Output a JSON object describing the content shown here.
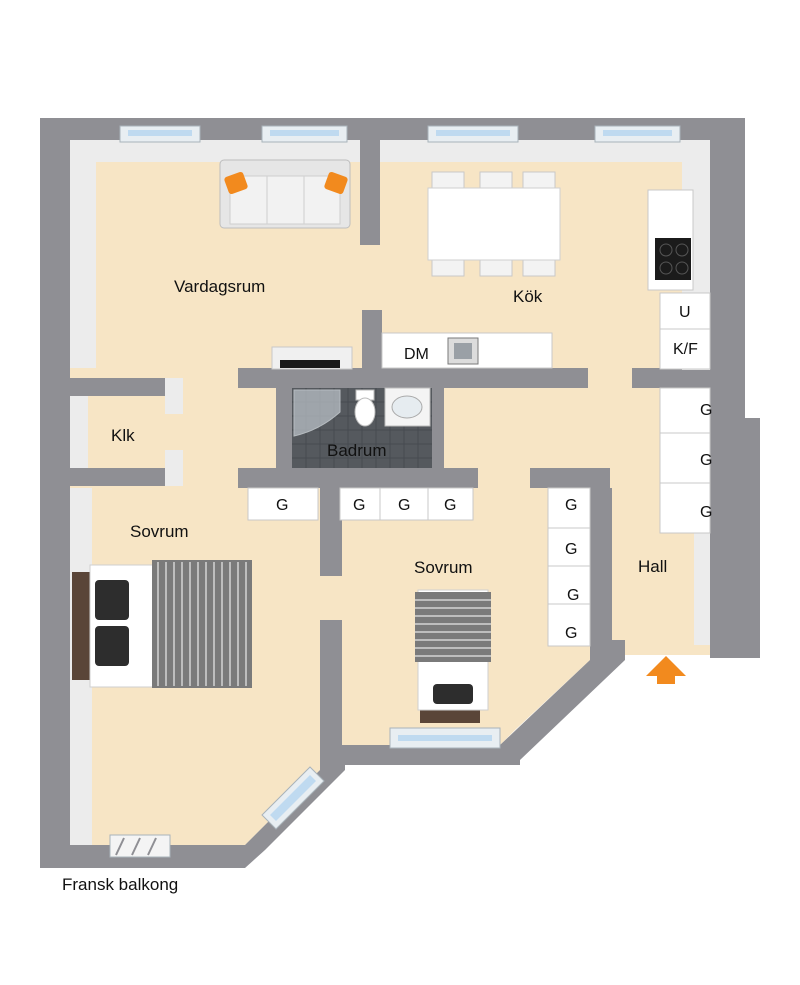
{
  "rooms": {
    "vardagsrum": "Vardagsrum",
    "kok": "Kök",
    "klk": "Klk",
    "badrum": "Badrum",
    "sovrum_large": "Sovrum",
    "sovrum_small": "Sovrum",
    "hall": "Hall"
  },
  "appliances": {
    "dishwasher": "DM",
    "oven": "U",
    "fridge_freezer": "K/F"
  },
  "wardrobe_label": "G",
  "balcony_label": "Fransk balkong",
  "colors": {
    "floor": "#f7e5c5",
    "wall": "#8f8f94",
    "wall_inner": "#f1f1f1",
    "bath_floor": "#55595e",
    "accent": "#f28a1e",
    "window": "#bfdaf0"
  },
  "icons": [
    "entrance-arrow-icon",
    "sofa-icon",
    "bed-icon",
    "stove-icon",
    "sink-icon",
    "toilet-icon",
    "shower-icon",
    "dining-table-icon"
  ]
}
